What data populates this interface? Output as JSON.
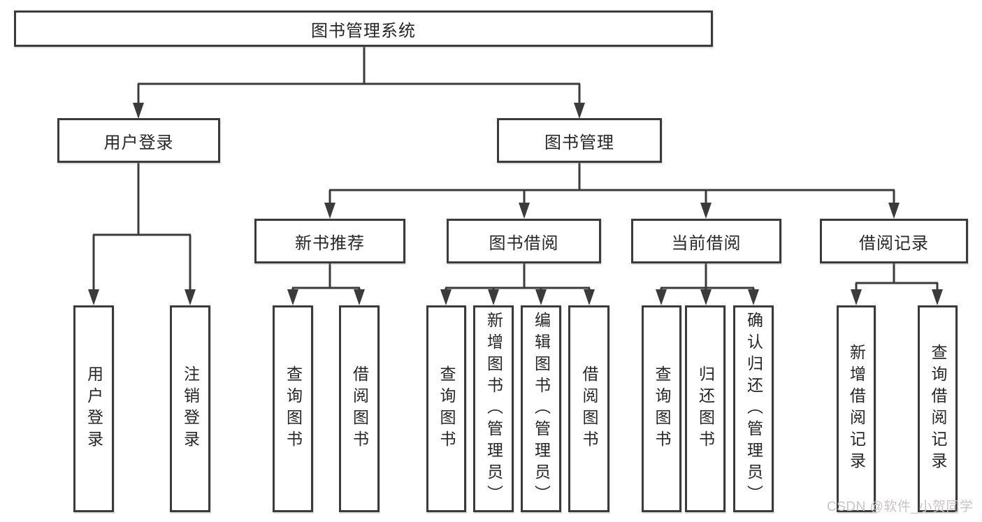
{
  "diagram": {
    "root": {
      "label": "图书管理系统"
    },
    "level2": {
      "user_login": "用户登录",
      "book_management": "图书管理"
    },
    "level3": {
      "new_book_recommend": "新书推荐",
      "book_borrow": "图书借阅",
      "current_borrow": "当前借阅",
      "borrow_records": "借阅记录"
    },
    "leaves": {
      "user_login": "用户登录",
      "logout": "注销登录",
      "recommend_query_books": "查询图书",
      "recommend_borrow_books": "借阅图书",
      "borrow_query_books": "查询图书",
      "borrow_add_books": "新增图书（管理员）",
      "borrow_edit_books": "编辑图书（管理员）",
      "borrow_borrow_books": "借阅图书",
      "current_query_books": "查询图书",
      "current_return_books": "归还图书",
      "current_confirm_return": "确认归还（管理员）",
      "records_add_record": "新增借阅记录",
      "records_query_record": "查询借阅记录"
    },
    "structure": {
      "图书管理系统": [
        "用户登录",
        "图书管理"
      ],
      "用户登录": [
        "用户登录",
        "注销登录"
      ],
      "图书管理": [
        "新书推荐",
        "图书借阅",
        "当前借阅",
        "借阅记录"
      ],
      "新书推荐": [
        "查询图书",
        "借阅图书"
      ],
      "图书借阅": [
        "查询图书",
        "新增图书（管理员）",
        "编辑图书（管理员）",
        "借阅图书"
      ],
      "当前借阅": [
        "查询图书",
        "归还图书",
        "确认归还（管理员）"
      ],
      "借阅记录": [
        "新增借阅记录",
        "查询借阅记录"
      ]
    }
  },
  "watermark": {
    "text": "CSDN @软件_小贺同学"
  },
  "colors": {
    "line": "#3b3b3b",
    "box_border": "#3b3b3b",
    "text": "#262626",
    "watermark": "#c9c3c3",
    "background": "#ffffff"
  }
}
